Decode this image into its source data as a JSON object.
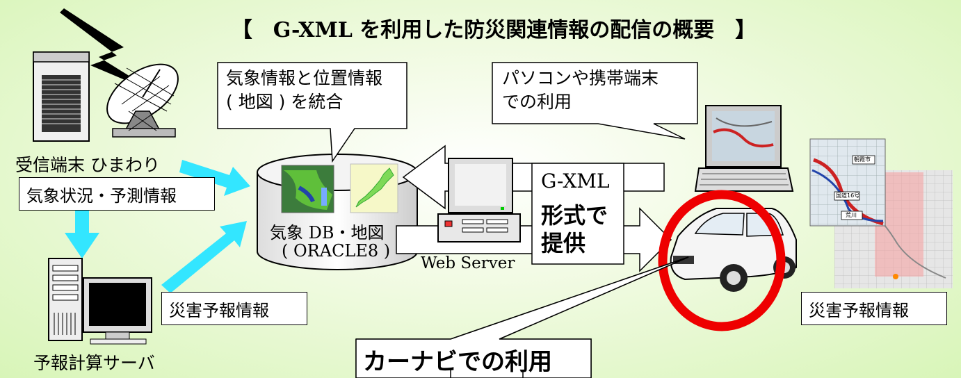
{
  "title": "【　G-XML を利用した防災関連情報の配信の概要　】",
  "labels": {
    "receiver": "受信端末  ひまわり",
    "weather_status": "気象状況・予測情報",
    "forecast_server": "予報計算サーバ",
    "disaster_info_left": "災害予報情報",
    "disaster_info_right": "災害予報情報",
    "db_line1": "気象 DB・地図",
    "db_line2": "( ORACLE8 )",
    "web_server": "Web Server",
    "gxml_line1": "G-XML",
    "gxml_line2": "形式で",
    "gxml_line3": "提供",
    "carnavi": "カーナビでの利用"
  },
  "callouts": {
    "integrate_line1": "気象情報と位置情報",
    "integrate_line2": "( 地図 ) を統合",
    "pc_line1": "パソコンや携帯端末",
    "pc_line2": "での利用"
  },
  "map_labels": {
    "city": "朝霞市",
    "road": "国道16号",
    "river": "荒川"
  },
  "colors": {
    "arrow_cyan": "#33e6ff",
    "highlight_red": "#ee0000",
    "background": "#d8f5b8"
  }
}
